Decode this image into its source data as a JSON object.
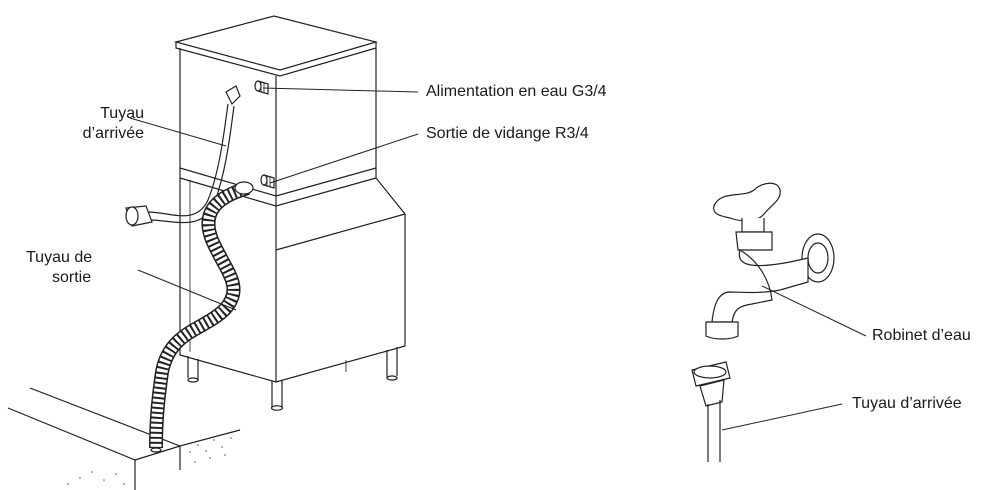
{
  "labels": {
    "inlet_hose_left_line1": "Tuyau",
    "inlet_hose_left_line2": "d’arrivée",
    "drain_hose_line1": "Tuyau de",
    "drain_hose_line2": "sortie",
    "water_supply": "Alimentation en eau G3/4",
    "drain_outlet": "Sortie de vidange R3/4",
    "water_tap": "Robinet d’eau",
    "inlet_hose_right": "Tuyau d’arrivée"
  }
}
